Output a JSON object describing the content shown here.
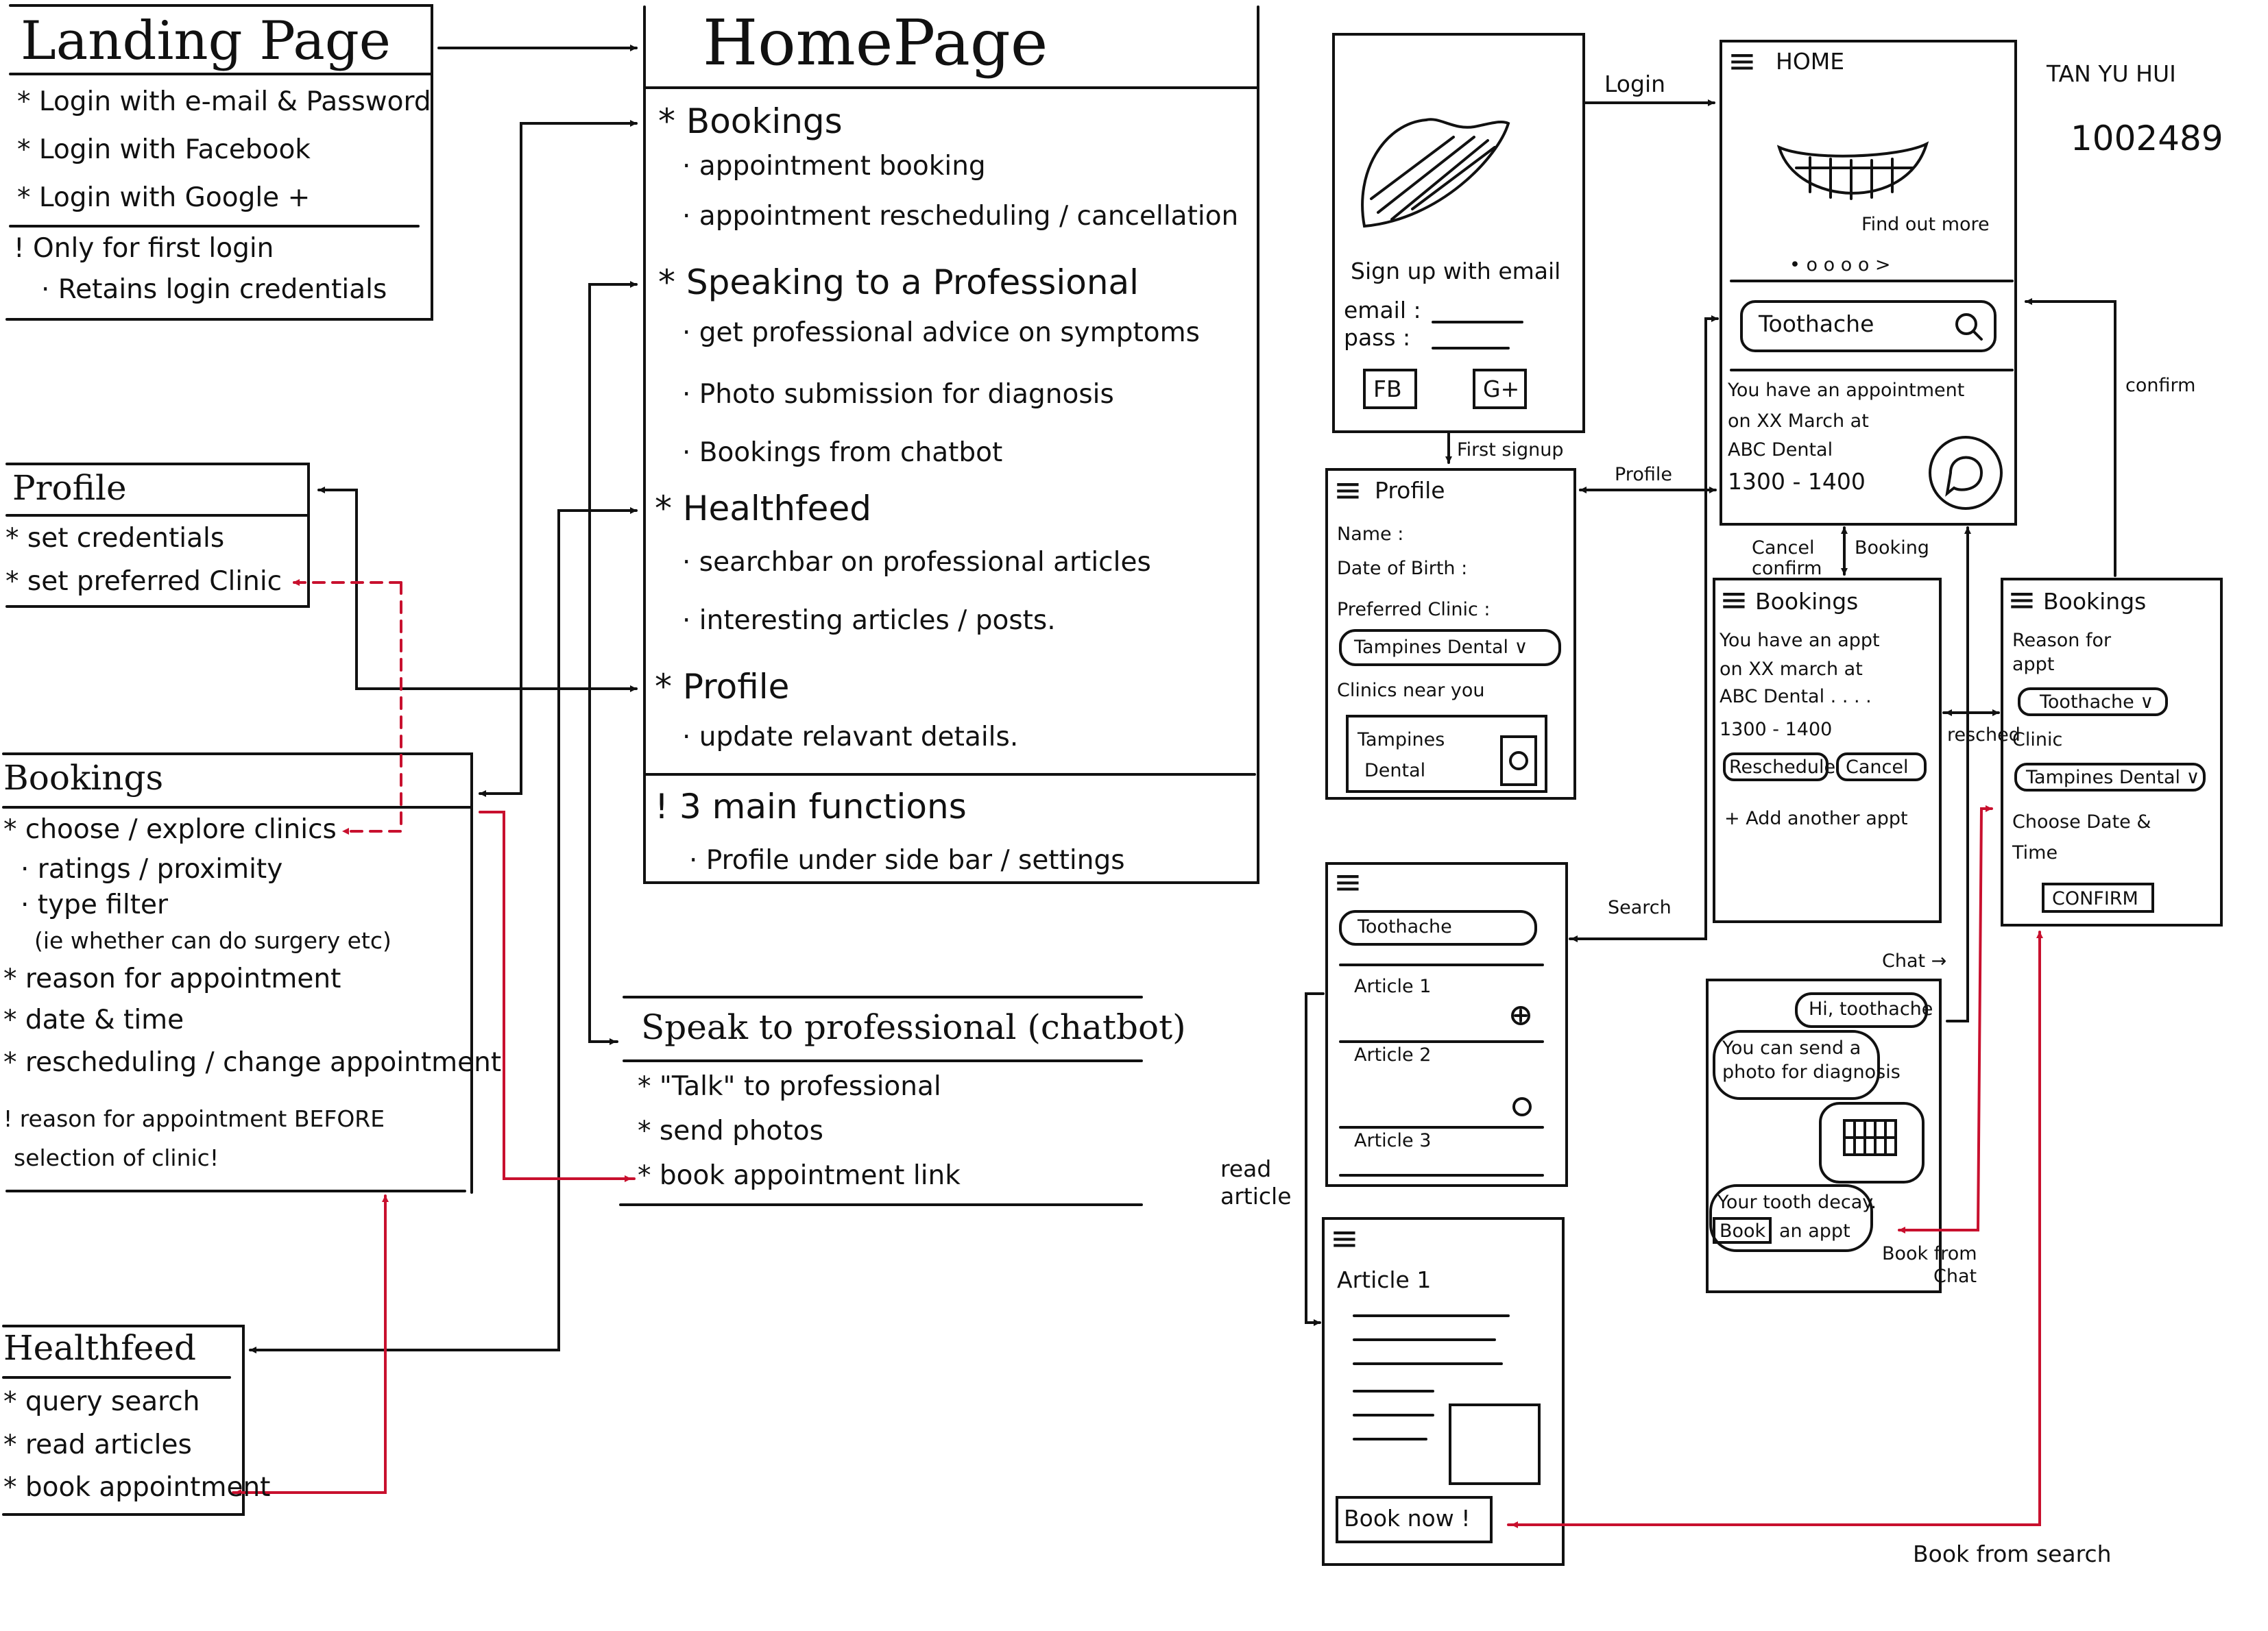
{
  "author": {
    "name": "TAN YU HUI",
    "id": "1002489"
  },
  "landing": {
    "title": "Landing Page",
    "items": [
      "* Login with e-mail & Password",
      "* Login with Facebook",
      "* Login with Google +"
    ],
    "note": "! Only for first login",
    "note_sub": "· Retains login credentials"
  },
  "homepage": {
    "title": "HomePage",
    "s1": "* Bookings",
    "s1_items": [
      "· appointment booking",
      "· appointment rescheduling / cancellation"
    ],
    "s2": "* Speaking to a Professional",
    "s2_items": [
      "· get professional advice on symptoms",
      "· Photo submission for diagnosis",
      "· Bookings from chatbot"
    ],
    "s3": "* Healthfeed",
    "s3_items": [
      "· searchbar on professional articles",
      "· interesting articles / posts."
    ],
    "s4": "* Profile",
    "s4_items": [
      "· update relavant details."
    ],
    "note": "! 3 main functions",
    "note_sub": "· Profile under side bar / settings"
  },
  "profile": {
    "title": "Profile",
    "items": [
      "* set credentials",
      "* set preferred Clinic"
    ]
  },
  "bookings": {
    "title": "Bookings",
    "items": [
      "* choose / explore clinics",
      "· ratings / proximity",
      "· type filter",
      "(ie whether can do surgery etc)",
      "* reason for appointment",
      "* date & time",
      "* rescheduling / change appointment",
      "! reason for appointment BEFORE",
      "selection of clinic!"
    ]
  },
  "speak": {
    "title": "Speak to professional (chatbot)",
    "items": [
      "* \"Talk\" to professional",
      "* send photos",
      "* book appointment link"
    ]
  },
  "healthfeed": {
    "title": "Healthfeed",
    "items": [
      "* query search",
      "* read articles",
      "* book appointment"
    ]
  },
  "screens": {
    "login": {
      "signup": "Sign up with email",
      "email": "email :",
      "pass": "pass :",
      "fb": "FB",
      "g": "G+"
    },
    "home": {
      "menu": "≡",
      "title": "HOME",
      "find_out": "Find out more",
      "dots": "• o o o o >",
      "search": "Toothache",
      "appt": [
        "You have an appointment",
        "on XX March at",
        "ABC Dental",
        "1300 - 1400"
      ]
    },
    "profile": {
      "menu": "≡",
      "title": "Profile",
      "name": "Name :",
      "dob": "Date of Birth :",
      "preferred": "Preferred Clinic :",
      "clinic_select": "Tampines Dental ∨",
      "near": "Clinics near you",
      "card": [
        "Tampines",
        "Dental"
      ]
    },
    "bookings1": {
      "menu": "≡",
      "title": "Bookings",
      "text": [
        "You have an appt",
        "on XX march at",
        "ABC Dental . . . .",
        "1300 - 1400"
      ],
      "reschedule": "Reschedule",
      "cancel": "Cancel",
      "add": "+ Add another appt"
    },
    "bookings2": {
      "menu": "≡",
      "title": "Bookings",
      "reason": [
        "Reason for",
        "appt"
      ],
      "reason_select": "Toothache ∨",
      "clinic": "Clinic",
      "clinic_select": "Tampines Dental ∨",
      "date": [
        "Choose Date &",
        "Time"
      ],
      "confirm": "CONFIRM"
    },
    "search": {
      "menu": "≡",
      "query": "Toothache",
      "articles": [
        "Article 1",
        "Article 2",
        "Article 3"
      ]
    },
    "chat": {
      "b1": "Hi, toothache",
      "b2": [
        "You can send a",
        "photo for diagnosis"
      ],
      "b3": "Your tooth decay.",
      "book": "Book",
      "b3b": "an appt"
    },
    "article": {
      "menu": "≡",
      "title": "Article 1",
      "book_now": "Book now !"
    }
  },
  "labels": {
    "login": "Login",
    "first_signup": "First signup",
    "profile": "Profile",
    "cancel_confirm": [
      "Cancel",
      "confirm"
    ],
    "booking": "Booking",
    "confirm": "confirm",
    "resched": "resched",
    "chat": "Chat →",
    "search": "Search",
    "read_article": [
      "read",
      "article"
    ],
    "book_from_chat": [
      "Book from",
      "Chat"
    ],
    "book_from_search": "Book from search"
  },
  "colors": {
    "ink": "#111111",
    "red": "#c8102e"
  }
}
